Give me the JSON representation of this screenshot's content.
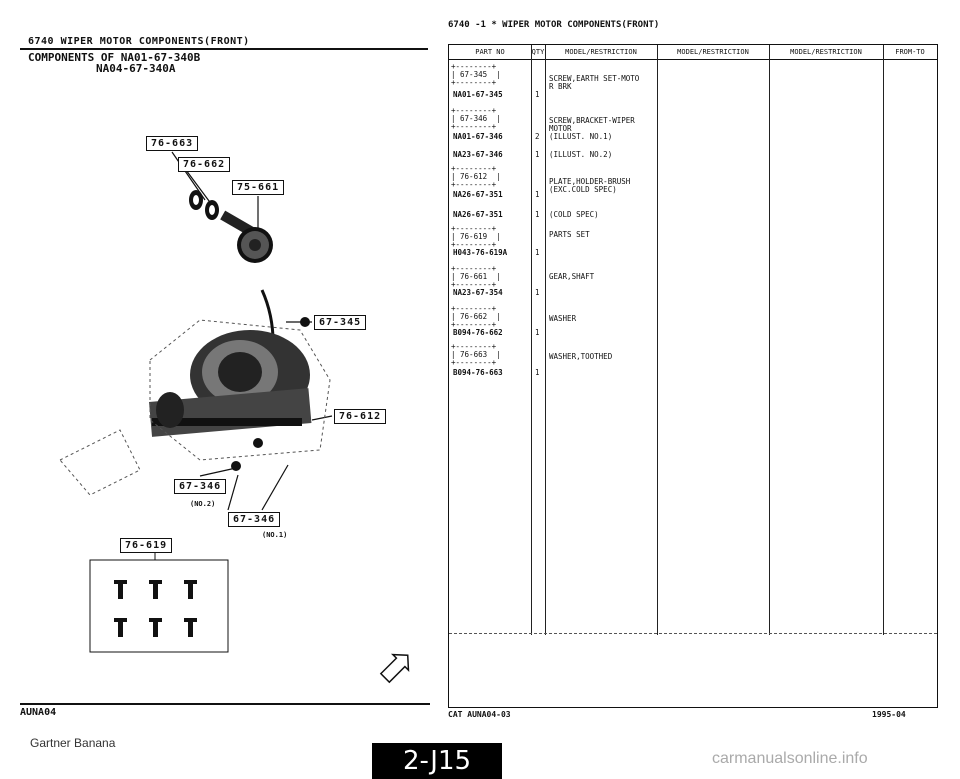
{
  "left": {
    "title": "6740  WIPER MOTOR COMPONENTS(FRONT)",
    "subtitle_line1": "COMPONENTS OF NA01-67-340B",
    "subtitle_line2": "NA04-67-340A",
    "callouts": {
      "c76663": "76-663",
      "c76662": "76-662",
      "c75661": "75-661",
      "c67345": "67-345",
      "c76612": "76-612",
      "c67346a": "67-346",
      "c67346b": "67-346",
      "c76619": "76-619"
    },
    "note_no2": "(NO.2)",
    "note_no1": "(NO.1)",
    "bottom_code": "AUNA04"
  },
  "right": {
    "header": "6740  -1 *  WIPER MOTOR COMPONENTS(FRONT)",
    "columns": [
      "PART NO",
      "QTY",
      "MODEL/RESTRICTION",
      "MODEL/RESTRICTION",
      "MODEL/RESTRICTION",
      "FROM-TO"
    ],
    "rows": [
      {
        "box": "+--------+\n| 67-345  |\n+--------+",
        "part": "NA01-67-345",
        "qty": "1",
        "desc": "SCREW,EARTH SET-MOTO\nR BRK"
      },
      {
        "box": "+--------+\n| 67-346  |\n+--------+",
        "part": "NA01-67-346",
        "qty": "2",
        "desc": "SCREW,BRACKET-WIPER\nMOTOR\n(ILLUST. NO.1)"
      },
      {
        "box": "",
        "part": "NA23-67-346",
        "qty": "1",
        "desc": "(ILLUST. NO.2)"
      },
      {
        "box": "+--------+\n| 76-612  |\n+--------+",
        "part": "NA26-67-351",
        "qty": "1",
        "desc": "PLATE,HOLDER-BRUSH\n(EXC.COLD SPEC)"
      },
      {
        "box": "",
        "part": "NA26-67-351",
        "qty": "1",
        "desc": "(COLD SPEC)"
      },
      {
        "box": "+--------+\n| 76-619  |\n+--------+",
        "part": "H043-76-619A",
        "qty": "1",
        "desc": "PARTS SET"
      },
      {
        "box": "+--------+\n| 76-661  |\n+--------+",
        "part": "NA23-67-354",
        "qty": "1",
        "desc": "GEAR,SHAFT"
      },
      {
        "box": "+--------+\n| 76-662  |\n+--------+",
        "part": "B094-76-662",
        "qty": "1",
        "desc": "WASHER"
      },
      {
        "box": "+--------+\n| 76-663  |\n+--------+",
        "part": "B094-76-663",
        "qty": "1",
        "desc": "WASHER,TOOTHED"
      }
    ],
    "cat_code": "CAT  AUNA04-03",
    "date_code": "1995-04"
  },
  "footer": {
    "brand": "Gartner Banana",
    "page": "2-J15",
    "watermark": "carmanualsonline.info"
  }
}
